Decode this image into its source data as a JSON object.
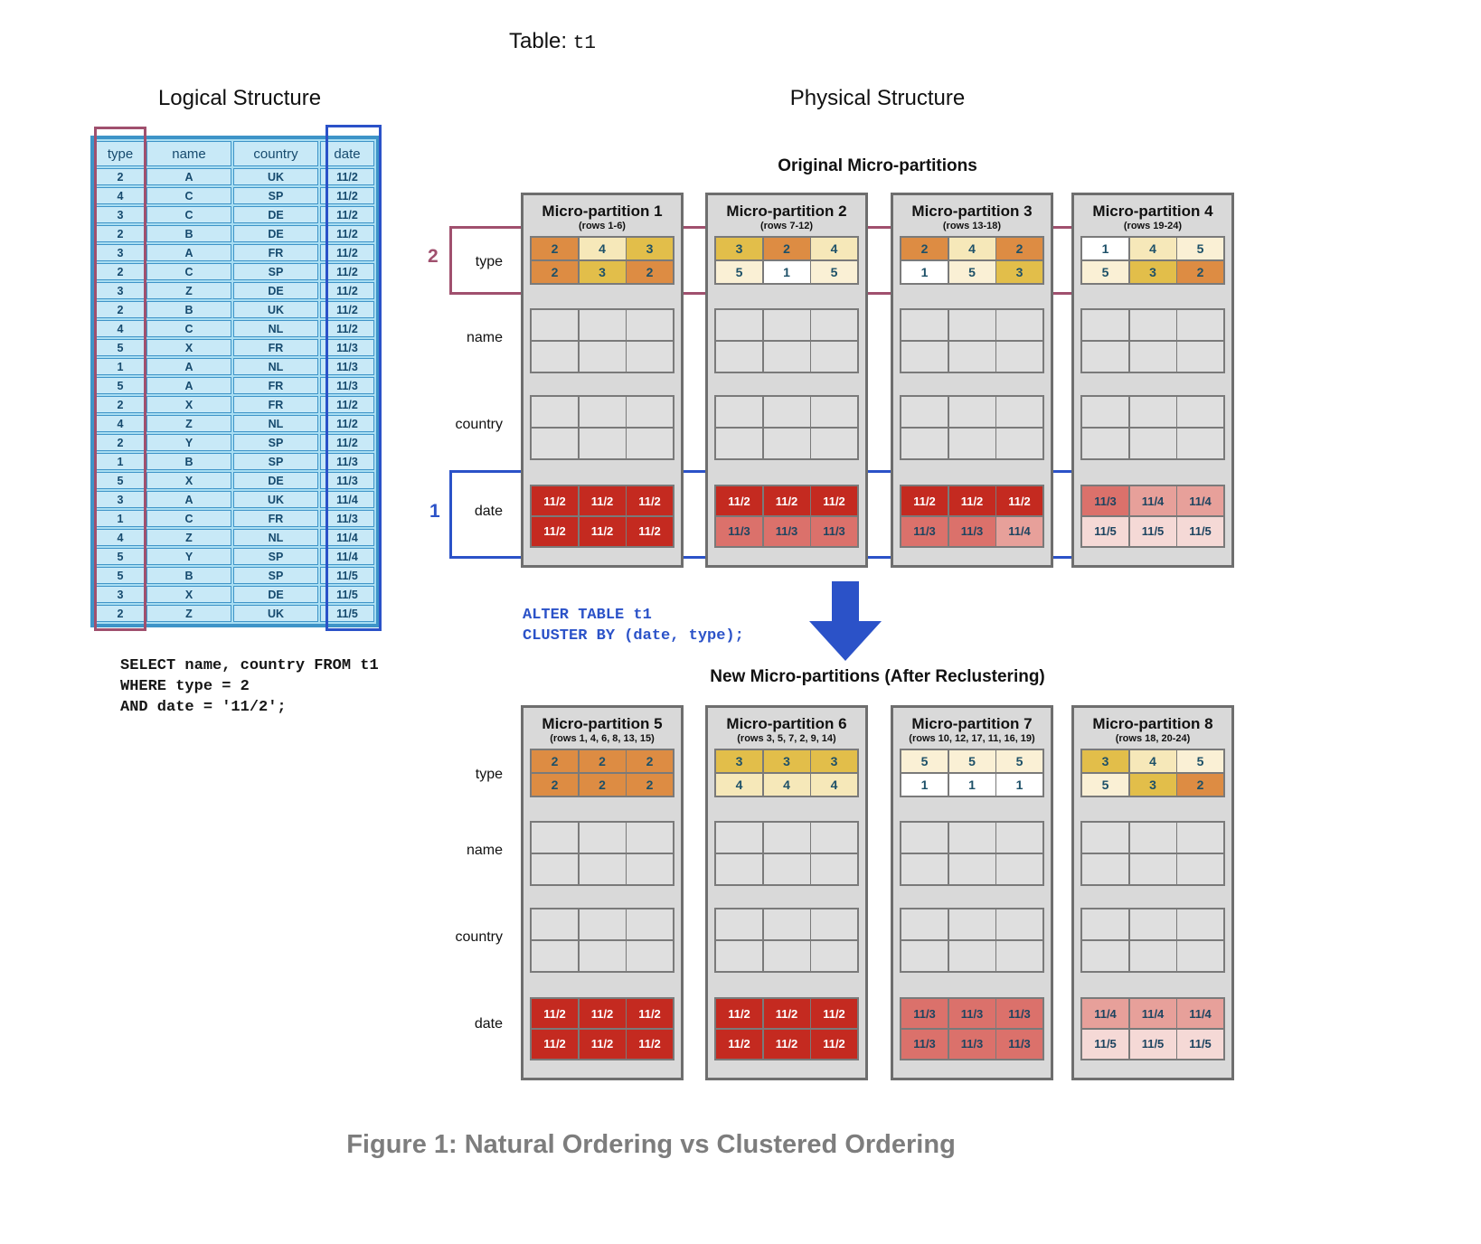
{
  "title": {
    "label": "Table:",
    "table_name": "t1"
  },
  "sections": {
    "logical": "Logical Structure",
    "physical": "Physical Structure",
    "original_group": "Original Micro-partitions",
    "new_group": "New Micro-partitions (After Reclustering)"
  },
  "markers": {
    "type_marker": "2",
    "date_marker": "1"
  },
  "logical_table": {
    "headers": [
      "type",
      "name",
      "country",
      "date"
    ],
    "rows": [
      [
        "2",
        "A",
        "UK",
        "11/2"
      ],
      [
        "4",
        "C",
        "SP",
        "11/2"
      ],
      [
        "3",
        "C",
        "DE",
        "11/2"
      ],
      [
        "2",
        "B",
        "DE",
        "11/2"
      ],
      [
        "3",
        "A",
        "FR",
        "11/2"
      ],
      [
        "2",
        "C",
        "SP",
        "11/2"
      ],
      [
        "3",
        "Z",
        "DE",
        "11/2"
      ],
      [
        "2",
        "B",
        "UK",
        "11/2"
      ],
      [
        "4",
        "C",
        "NL",
        "11/2"
      ],
      [
        "5",
        "X",
        "FR",
        "11/3"
      ],
      [
        "1",
        "A",
        "NL",
        "11/3"
      ],
      [
        "5",
        "A",
        "FR",
        "11/3"
      ],
      [
        "2",
        "X",
        "FR",
        "11/2"
      ],
      [
        "4",
        "Z",
        "NL",
        "11/2"
      ],
      [
        "2",
        "Y",
        "SP",
        "11/2"
      ],
      [
        "1",
        "B",
        "SP",
        "11/3"
      ],
      [
        "5",
        "X",
        "DE",
        "11/3"
      ],
      [
        "3",
        "A",
        "UK",
        "11/4"
      ],
      [
        "1",
        "C",
        "FR",
        "11/3"
      ],
      [
        "4",
        "Z",
        "NL",
        "11/4"
      ],
      [
        "5",
        "Y",
        "SP",
        "11/4"
      ],
      [
        "5",
        "B",
        "SP",
        "11/5"
      ],
      [
        "3",
        "X",
        "DE",
        "11/5"
      ],
      [
        "2",
        "Z",
        "UK",
        "11/5"
      ]
    ]
  },
  "sql_query": "SELECT name, country FROM t1\nWHERE type = 2\nAND date = '11/2';",
  "alter_sql": "ALTER TABLE t1\nCLUSTER BY (date, type);",
  "row_labels": [
    "type",
    "name",
    "country",
    "date"
  ],
  "original_partitions": [
    {
      "title": "Micro-partition 1",
      "subtitle": "(rows 1-6)",
      "type": [
        [
          "2",
          "4",
          "3"
        ],
        [
          "2",
          "3",
          "2"
        ]
      ],
      "date": [
        [
          "11/2",
          "11/2",
          "11/2"
        ],
        [
          "11/2",
          "11/2",
          "11/2"
        ]
      ]
    },
    {
      "title": "Micro-partition 2",
      "subtitle": "(rows 7-12)",
      "type": [
        [
          "3",
          "2",
          "4"
        ],
        [
          "5",
          "1",
          "5"
        ]
      ],
      "date": [
        [
          "11/2",
          "11/2",
          "11/2"
        ],
        [
          "11/3",
          "11/3",
          "11/3"
        ]
      ]
    },
    {
      "title": "Micro-partition 3",
      "subtitle": "(rows 13-18)",
      "type": [
        [
          "2",
          "4",
          "2"
        ],
        [
          "1",
          "5",
          "3"
        ]
      ],
      "date": [
        [
          "11/2",
          "11/2",
          "11/2"
        ],
        [
          "11/3",
          "11/3",
          "11/4"
        ]
      ]
    },
    {
      "title": "Micro-partition 4",
      "subtitle": "(rows 19-24)",
      "type": [
        [
          "1",
          "4",
          "5"
        ],
        [
          "5",
          "3",
          "2"
        ]
      ],
      "date": [
        [
          "11/3",
          "11/4",
          "11/4"
        ],
        [
          "11/5",
          "11/5",
          "11/5"
        ]
      ]
    }
  ],
  "new_partitions": [
    {
      "title": "Micro-partition 5",
      "subtitle": "(rows 1, 4, 6, 8, 13, 15)",
      "type": [
        [
          "2",
          "2",
          "2"
        ],
        [
          "2",
          "2",
          "2"
        ]
      ],
      "date": [
        [
          "11/2",
          "11/2",
          "11/2"
        ],
        [
          "11/2",
          "11/2",
          "11/2"
        ]
      ]
    },
    {
      "title": "Micro-partition 6",
      "subtitle": "(rows 3, 5, 7, 2, 9, 14)",
      "type": [
        [
          "3",
          "3",
          "3"
        ],
        [
          "4",
          "4",
          "4"
        ]
      ],
      "date": [
        [
          "11/2",
          "11/2",
          "11/2"
        ],
        [
          "11/2",
          "11/2",
          "11/2"
        ]
      ]
    },
    {
      "title": "Micro-partition 7",
      "subtitle": "(rows 10, 12, 17, 11, 16, 19)",
      "type": [
        [
          "5",
          "5",
          "5"
        ],
        [
          "1",
          "1",
          "1"
        ]
      ],
      "date": [
        [
          "11/3",
          "11/3",
          "11/3"
        ],
        [
          "11/3",
          "11/3",
          "11/3"
        ]
      ]
    },
    {
      "title": "Micro-partition 8",
      "subtitle": "(rows 18, 20-24)",
      "type": [
        [
          "3",
          "4",
          "5"
        ],
        [
          "5",
          "3",
          "2"
        ]
      ],
      "date": [
        [
          "11/4",
          "11/4",
          "11/4"
        ],
        [
          "11/5",
          "11/5",
          "11/5"
        ]
      ]
    }
  ],
  "colors": {
    "type_cells": {
      "1": "#FFFFFF",
      "2": "#DD8C43",
      "3": "#E2BE4A",
      "4": "#F6E8B9",
      "5": "#FAF0D5"
    },
    "date_cells": {
      "11/2": {
        "bg": "#C42A20",
        "text": "#FFFFFF"
      },
      "11/3": {
        "bg": "#DB716B",
        "text": "#1D4460"
      },
      "11/4": {
        "bg": "#E7A09A",
        "text": "#1D4460"
      },
      "11/5": {
        "bg": "#F5D9D6",
        "text": "#1D4460"
      }
    },
    "accent_purple": "#A0506E",
    "accent_blue": "#2B52C8"
  },
  "caption": "Figure 1: Natural Ordering vs Clustered Ordering"
}
